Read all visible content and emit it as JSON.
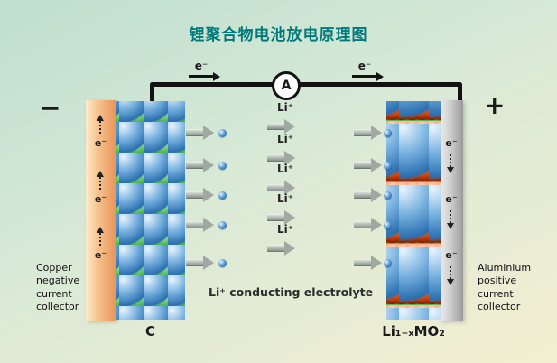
{
  "title": "锂聚合物电池放电原理图",
  "circuit": {
    "electron_left": "e⁻",
    "electron_right": "e⁻",
    "ammeter": "A"
  },
  "left_side": {
    "sign": "−",
    "electrons": [
      "e⁻",
      "e⁻",
      "e⁻"
    ],
    "collector_caption": "Copper negative current collector",
    "electrode_label": "C"
  },
  "right_side": {
    "sign": "+",
    "electrons": [
      "e⁻",
      "e⁻",
      "e⁻"
    ],
    "collector_caption": "Aluminium positive current collector",
    "electrode_label": "Li₁₋ₓMO₂"
  },
  "electrolyte": {
    "ion_labels": [
      "Li⁺",
      "Li⁺",
      "Li⁺",
      "Li⁺",
      "Li⁺"
    ],
    "caption": "Li⁺ conducting electrolyte"
  },
  "colors": {
    "title_teal": "#00797b",
    "copper_light": "#f8c893",
    "copper_dark": "#e8955a",
    "aluminium_light": "#ededed",
    "aluminium_dark": "#9a9a9a",
    "sphere_green": "#2f9e2f",
    "sphere_red": "#d84000",
    "ion_blue": "#2a6fb0",
    "arrow_gray": "#9fa9a2",
    "wire_black": "#121212"
  }
}
